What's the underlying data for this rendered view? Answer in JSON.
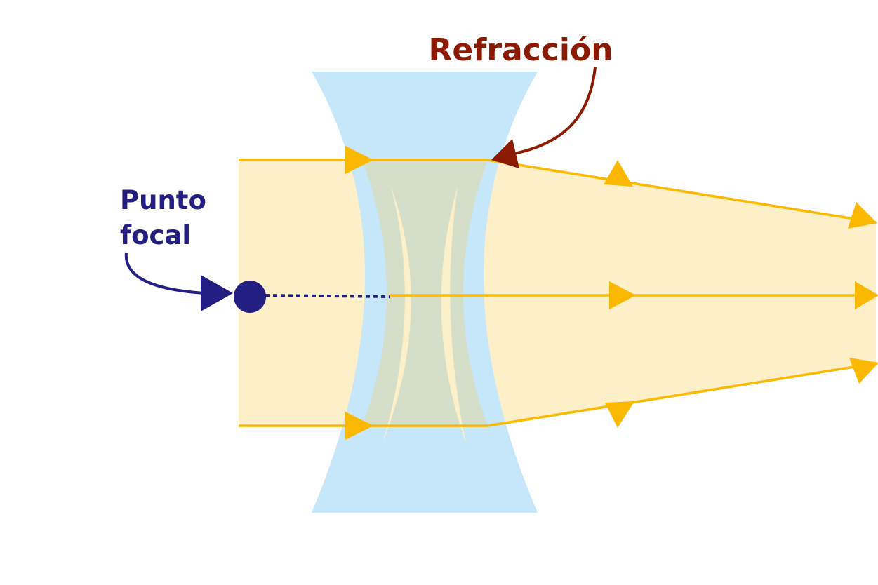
{
  "labels": {
    "refraction": "Refracción",
    "focal_line1": "Punto",
    "focal_line2": "focal"
  },
  "colors": {
    "beam_fill": "#fdefc8",
    "ray": "#fbb800",
    "lens_fill": "#c6e7f9",
    "lens_overlap": "#d4dec9",
    "lens_highlight": "#fdefc8",
    "refraction_arrow": "#8b1a00",
    "focal_arrow": "#231f82",
    "focal_point": "#231f82"
  },
  "icons": {
    "focal_point": "filled-circle",
    "ray_arrows": "triangle-arrowhead"
  }
}
